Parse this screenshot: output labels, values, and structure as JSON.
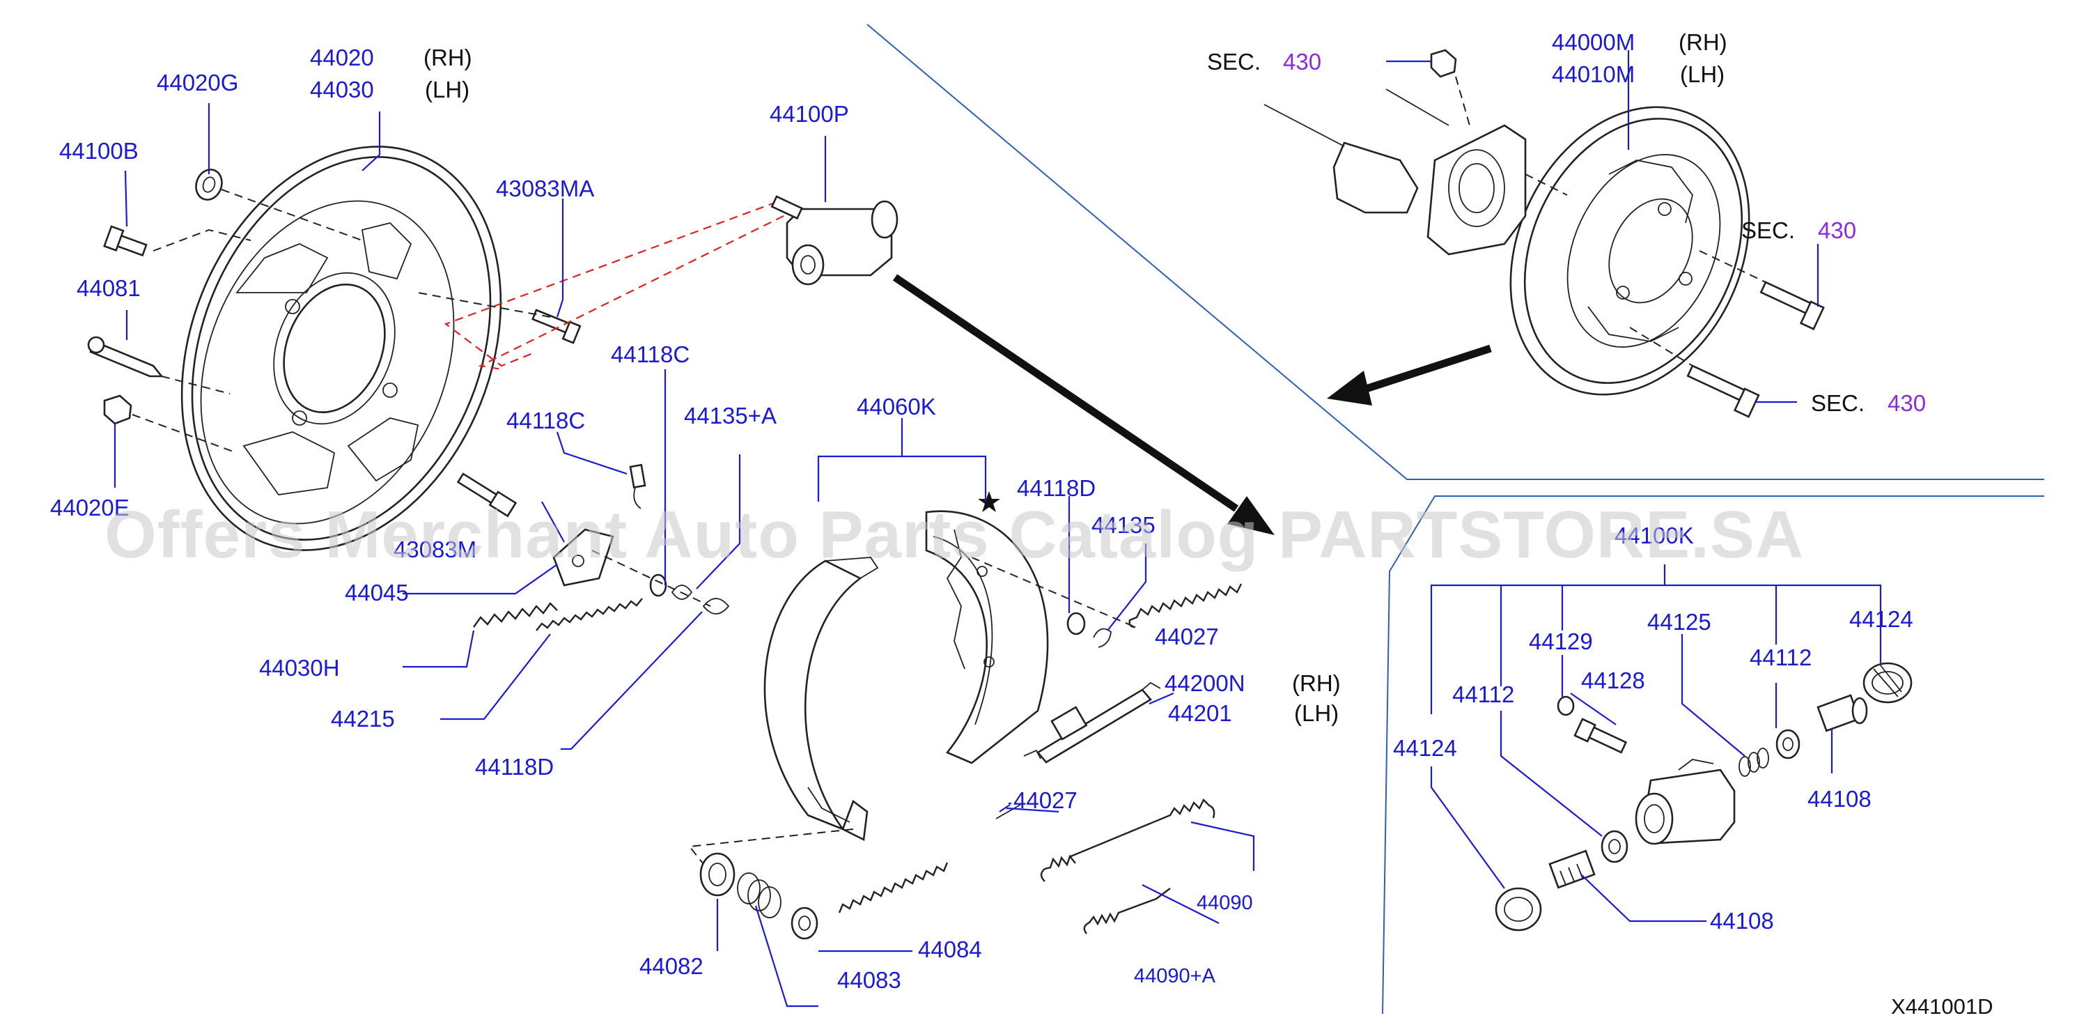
{
  "diagram": {
    "reference_code": "X441001D",
    "watermark": "Offers Merchant Auto Parts Catalog PARTSTORE.SA",
    "colors": {
      "part_number": "#1a1ad6",
      "section_number": "#8a2be2",
      "separator": "#2f5fb3",
      "dashed_leader_red": "#e02020"
    },
    "labels": {
      "p44020": "44020",
      "rh1": "(RH)",
      "p44030": "44030",
      "lh1": "(LH)",
      "p44020G": "44020G",
      "p44100B": "44100B",
      "p43083MA": "43083MA",
      "p44081": "44081",
      "p44020E": "44020E",
      "p43083M": "43083M",
      "p44045": "44045",
      "p44030H": "44030H",
      "p44215": "44215",
      "p44118C_a": "44118C",
      "p44118C_b": "44118C",
      "p44135A": "44135+A",
      "p44118D_a": "44118D",
      "p44100P": "44100P",
      "p44060K": "44060K",
      "p44118D_b": "44118D",
      "p44135": "44135",
      "p44027_a": "44027",
      "p44200N": "44200N",
      "rh2": "(RH)",
      "p44201": "44201",
      "lh2": "(LH)",
      "p44027_b": "44027",
      "p44090": "44090",
      "p44090A": "44090+A",
      "p44082": "44082",
      "p44083": "44083",
      "p44084": "44084",
      "sec_word": "SEC.",
      "sec_num": "430",
      "p44000M": "44000M",
      "rh3": "(RH)",
      "p44010M": "44010M",
      "lh3": "(LH)",
      "p44100K": "44100K",
      "p44129": "44129",
      "p44125": "44125",
      "p44124_a": "44124",
      "p44112_a": "44112",
      "p44128": "44128",
      "p44112_b": "44112",
      "p44124_b": "44124",
      "p44108_a": "44108",
      "p44108_b": "44108"
    }
  }
}
